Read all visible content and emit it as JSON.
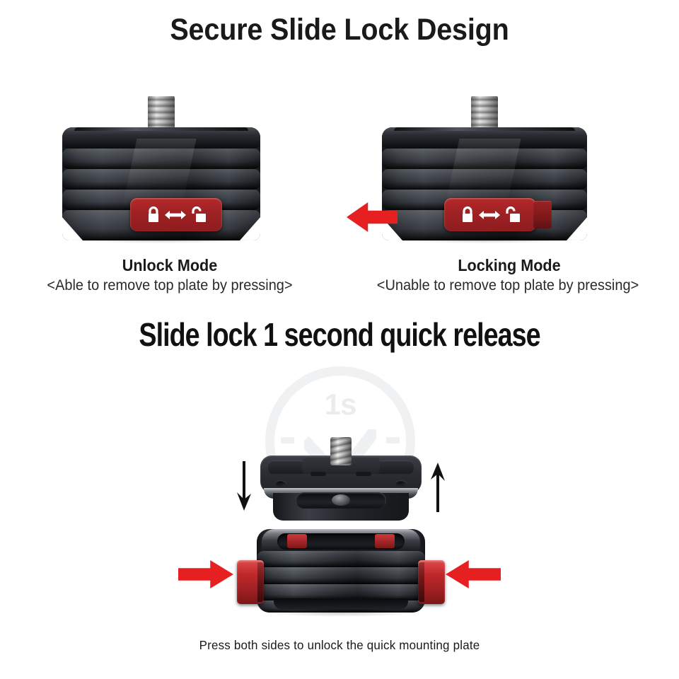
{
  "page": {
    "background_color": "#ffffff",
    "accent_red": "#e61f20",
    "slider_red": "#a02224",
    "body_black": "#1b1e22",
    "screw_silver": "#cfcfcf"
  },
  "headings": {
    "main_title": "Secure Slide Lock Design",
    "sub_title": "Slide lock 1 second quick release"
  },
  "modes": [
    {
      "id": "unlock",
      "title": "Unlock Mode",
      "description": "<Able to remove top plate by pressing>",
      "slider_position": "right",
      "has_direction_arrow": false,
      "icons": [
        "closed-padlock-icon",
        "double-arrow-icon",
        "open-padlock-icon"
      ]
    },
    {
      "id": "locking",
      "title": "Locking Mode",
      "description": "<Unable to remove top plate by pressing>",
      "slider_position": "left",
      "has_direction_arrow": true,
      "arrow_direction": "left",
      "icons": [
        "closed-padlock-icon",
        "double-arrow-icon",
        "open-padlock-icon"
      ]
    }
  ],
  "watermark": {
    "label": "1s",
    "shape": "clock-ring-with-checkmark",
    "color": "#f0f1f2"
  },
  "assembly": {
    "top_plate_label": "quick-release-plate",
    "base_label": "clamp-base",
    "plate_arrows": [
      "down-arrow",
      "up-arrow"
    ],
    "press_arrows": [
      "right-arrow",
      "left-arrow"
    ],
    "caption": "Press both sides to unlock the quick mounting plate"
  }
}
